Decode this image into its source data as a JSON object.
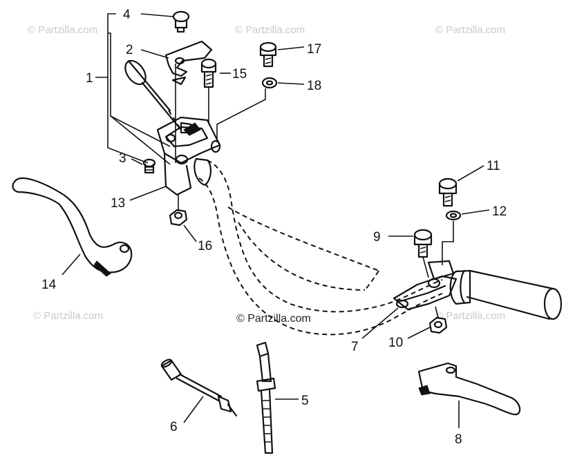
{
  "watermarks": {
    "faint": [
      "© Partzilla.com",
      "© Partzilla.com",
      "© Partzilla.com",
      "© Partzilla.com",
      "© Partzilla.com"
    ],
    "center": "© Partzilla.com"
  },
  "callouts": [
    {
      "id": "1",
      "label": "1"
    },
    {
      "id": "2",
      "label": "2"
    },
    {
      "id": "3",
      "label": "3"
    },
    {
      "id": "4",
      "label": "4"
    },
    {
      "id": "5",
      "label": "5"
    },
    {
      "id": "6",
      "label": "6"
    },
    {
      "id": "7",
      "label": "7"
    },
    {
      "id": "8",
      "label": "8"
    },
    {
      "id": "9",
      "label": "9"
    },
    {
      "id": "10",
      "label": "10"
    },
    {
      "id": "11",
      "label": "11"
    },
    {
      "id": "12",
      "label": "12"
    },
    {
      "id": "13",
      "label": "13"
    },
    {
      "id": "14",
      "label": "14"
    },
    {
      "id": "15",
      "label": "15"
    },
    {
      "id": "16",
      "label": "16"
    },
    {
      "id": "17",
      "label": "17"
    },
    {
      "id": "18",
      "label": "18"
    }
  ]
}
